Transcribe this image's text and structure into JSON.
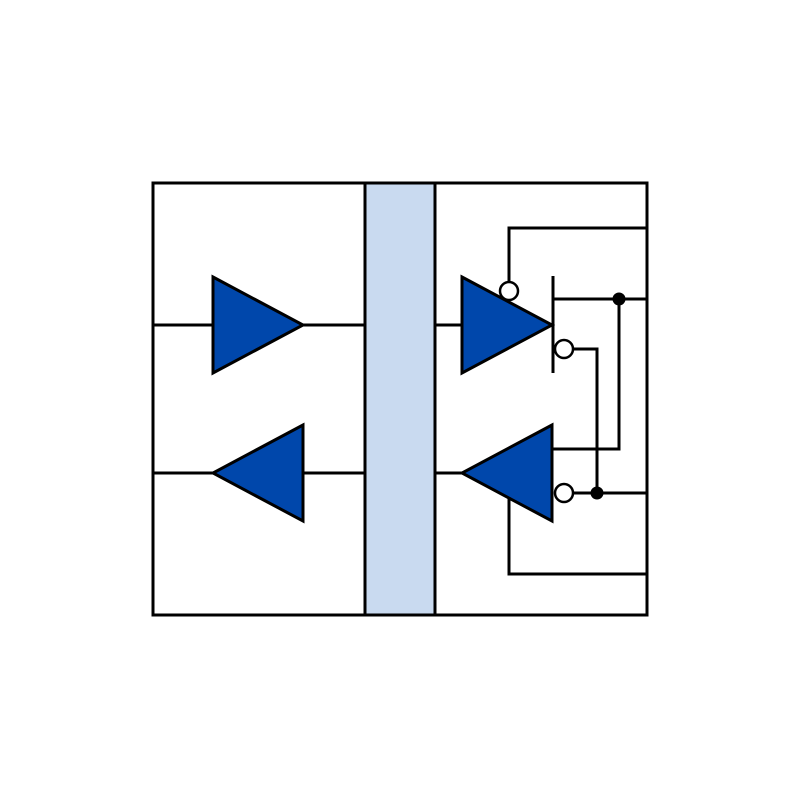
{
  "diagram": {
    "colors": {
      "amplifier_fill": "#0047ab",
      "isolation_barrier_fill": "#c9daf0",
      "line": "#000000",
      "background": "#ffffff"
    },
    "symbols": {
      "left_side": [
        "tx-buffer-triangle",
        "rx-buffer-triangle"
      ],
      "right_side": [
        "tri-state-driver-triangle",
        "tri-state-receiver-triangle"
      ],
      "center": "isolation-barrier"
    }
  }
}
